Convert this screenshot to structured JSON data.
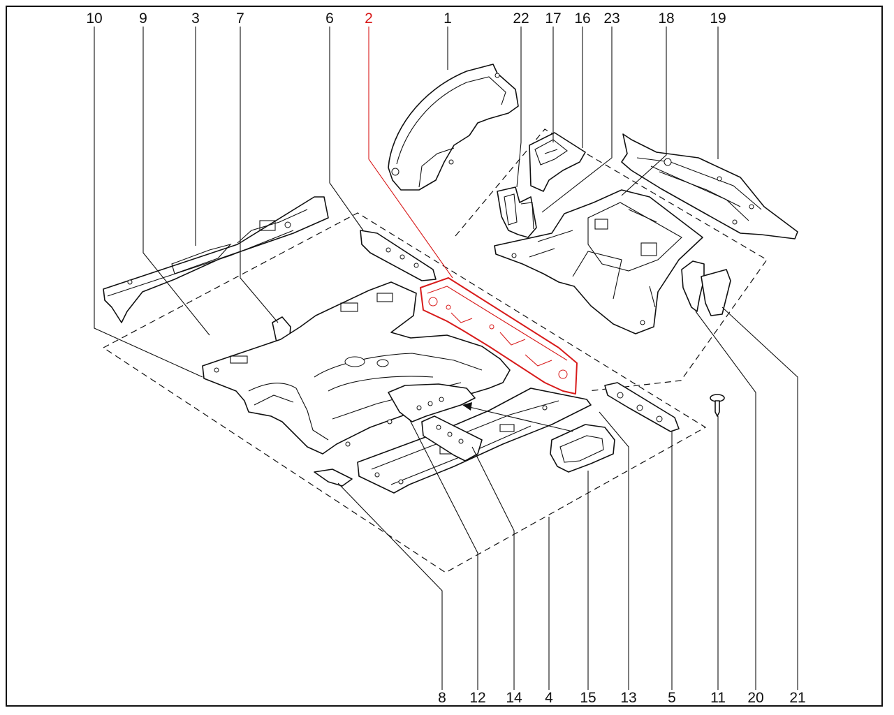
{
  "diagram": {
    "highlight_color": "#d81b1b",
    "highlighted_callout": "2",
    "callouts_top": [
      "10",
      "9",
      "3",
      "7",
      "6",
      "2",
      "1",
      "22",
      "17",
      "16",
      "23",
      "18",
      "19"
    ],
    "callouts_bottom": [
      "8",
      "12",
      "14",
      "4",
      "15",
      "13",
      "5",
      "11",
      "20",
      "21"
    ]
  }
}
